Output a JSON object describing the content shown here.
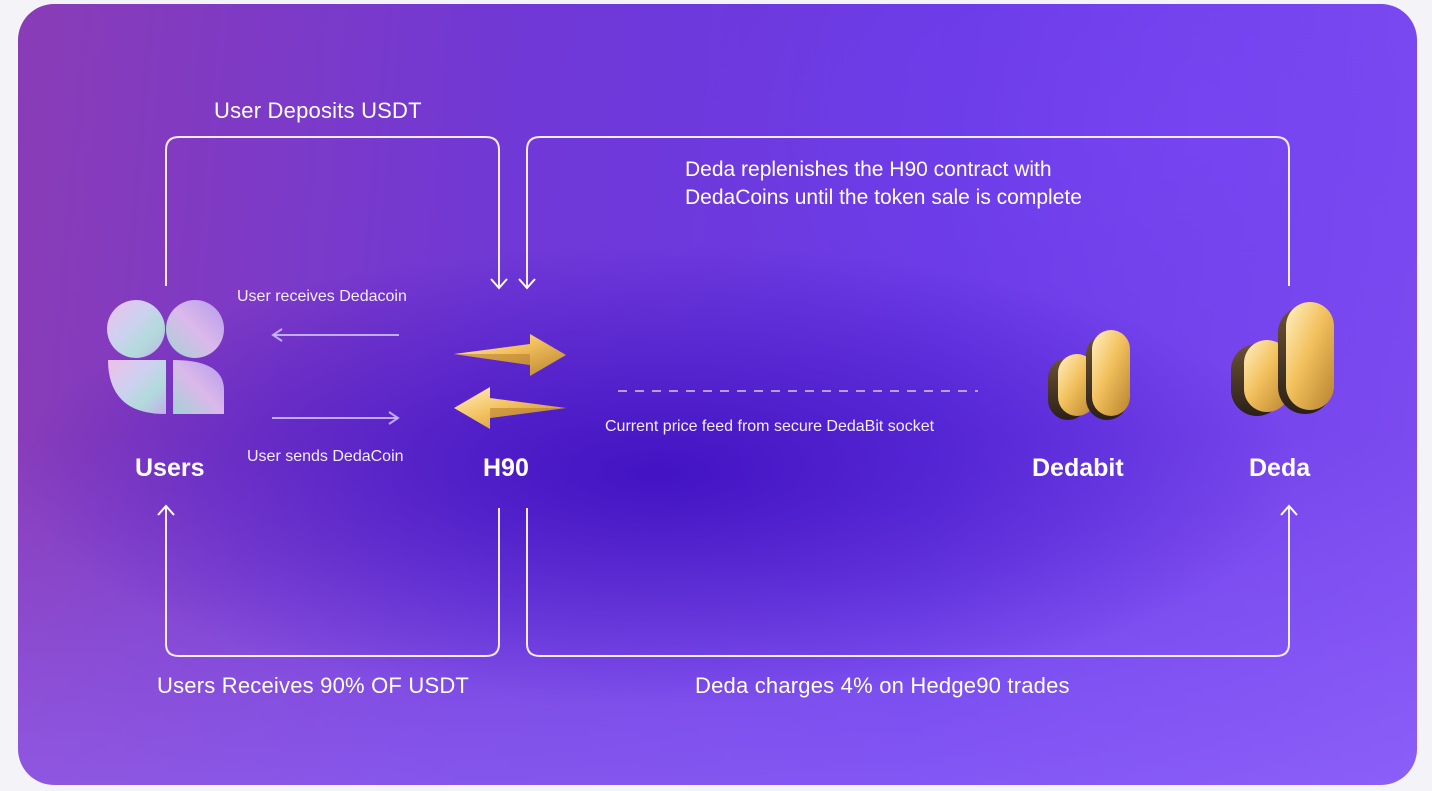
{
  "flows": {
    "top_left": "User Deposits USDT",
    "top_right": "Deda replenishes the H90 contract with DedaCoins until the token sale is complete",
    "bottom_left": "Users Receives 90% OF USDT",
    "bottom_right": "Deda charges 4% on Hedge90 trades"
  },
  "exchange": {
    "receive": "User receives Dedacoin",
    "send": "User sends DedaCoin",
    "price_feed": "Current price feed from secure DedaBit socket"
  },
  "nodes": {
    "users": "Users",
    "h90": "H90",
    "dedabit": "Dedabit",
    "deda": "Deda"
  },
  "icons": {
    "users": "users-logo-icon",
    "h90": "gold-double-arrow-icon",
    "dedabit": "dedabit-logo-icon",
    "deda": "deda-logo-icon"
  },
  "colors": {
    "background_start": "#8a3cb6",
    "background_mid": "#6a3ae6",
    "background_deep": "#3a0cbe",
    "lines": "#ffffff",
    "gold": "#f5c66a"
  }
}
